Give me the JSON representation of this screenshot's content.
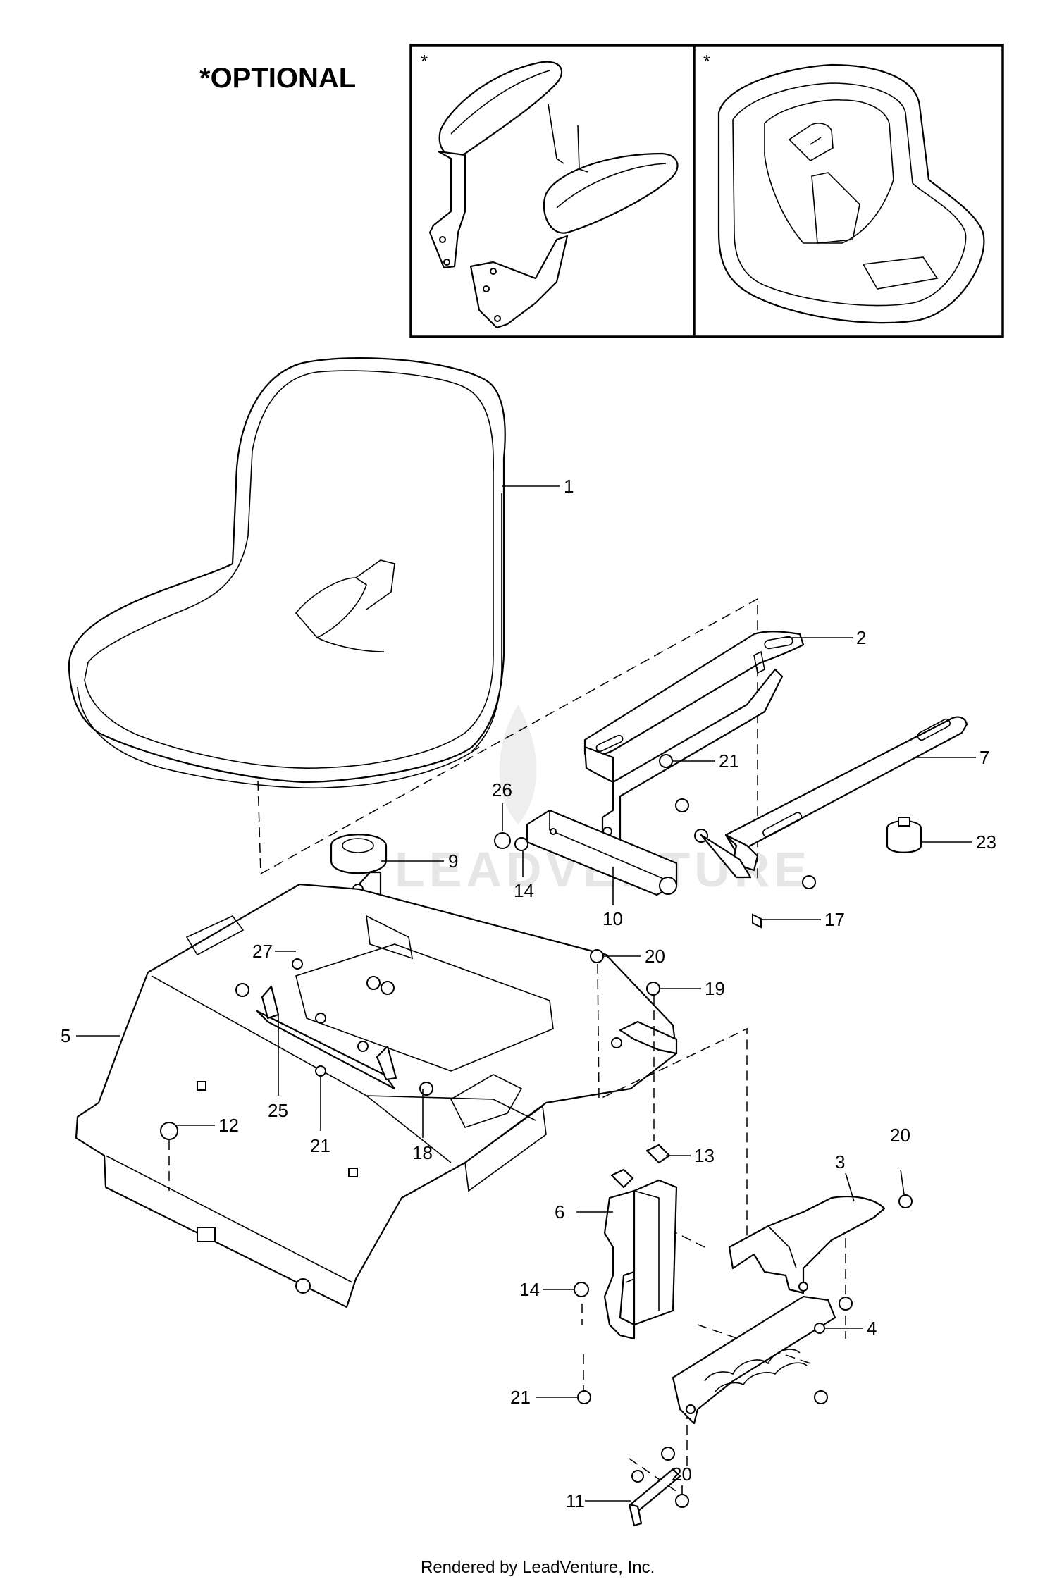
{
  "optional_label": "*OPTIONAL",
  "optional_panels": [
    {
      "marker": "*",
      "content": "armrest-kit"
    },
    {
      "marker": "*",
      "content": "seat-high-back"
    }
  ],
  "callouts": [
    "1",
    "2",
    "7",
    "21",
    "26",
    "9",
    "14",
    "10",
    "23",
    "17",
    "27",
    "20",
    "19",
    "5",
    "25",
    "21",
    "18",
    "12",
    "13",
    "3",
    "20",
    "6",
    "14",
    "4",
    "21",
    "11",
    "20"
  ],
  "watermark": "LEADVENTURE",
  "footer": "Rendered by LeadVenture, Inc."
}
